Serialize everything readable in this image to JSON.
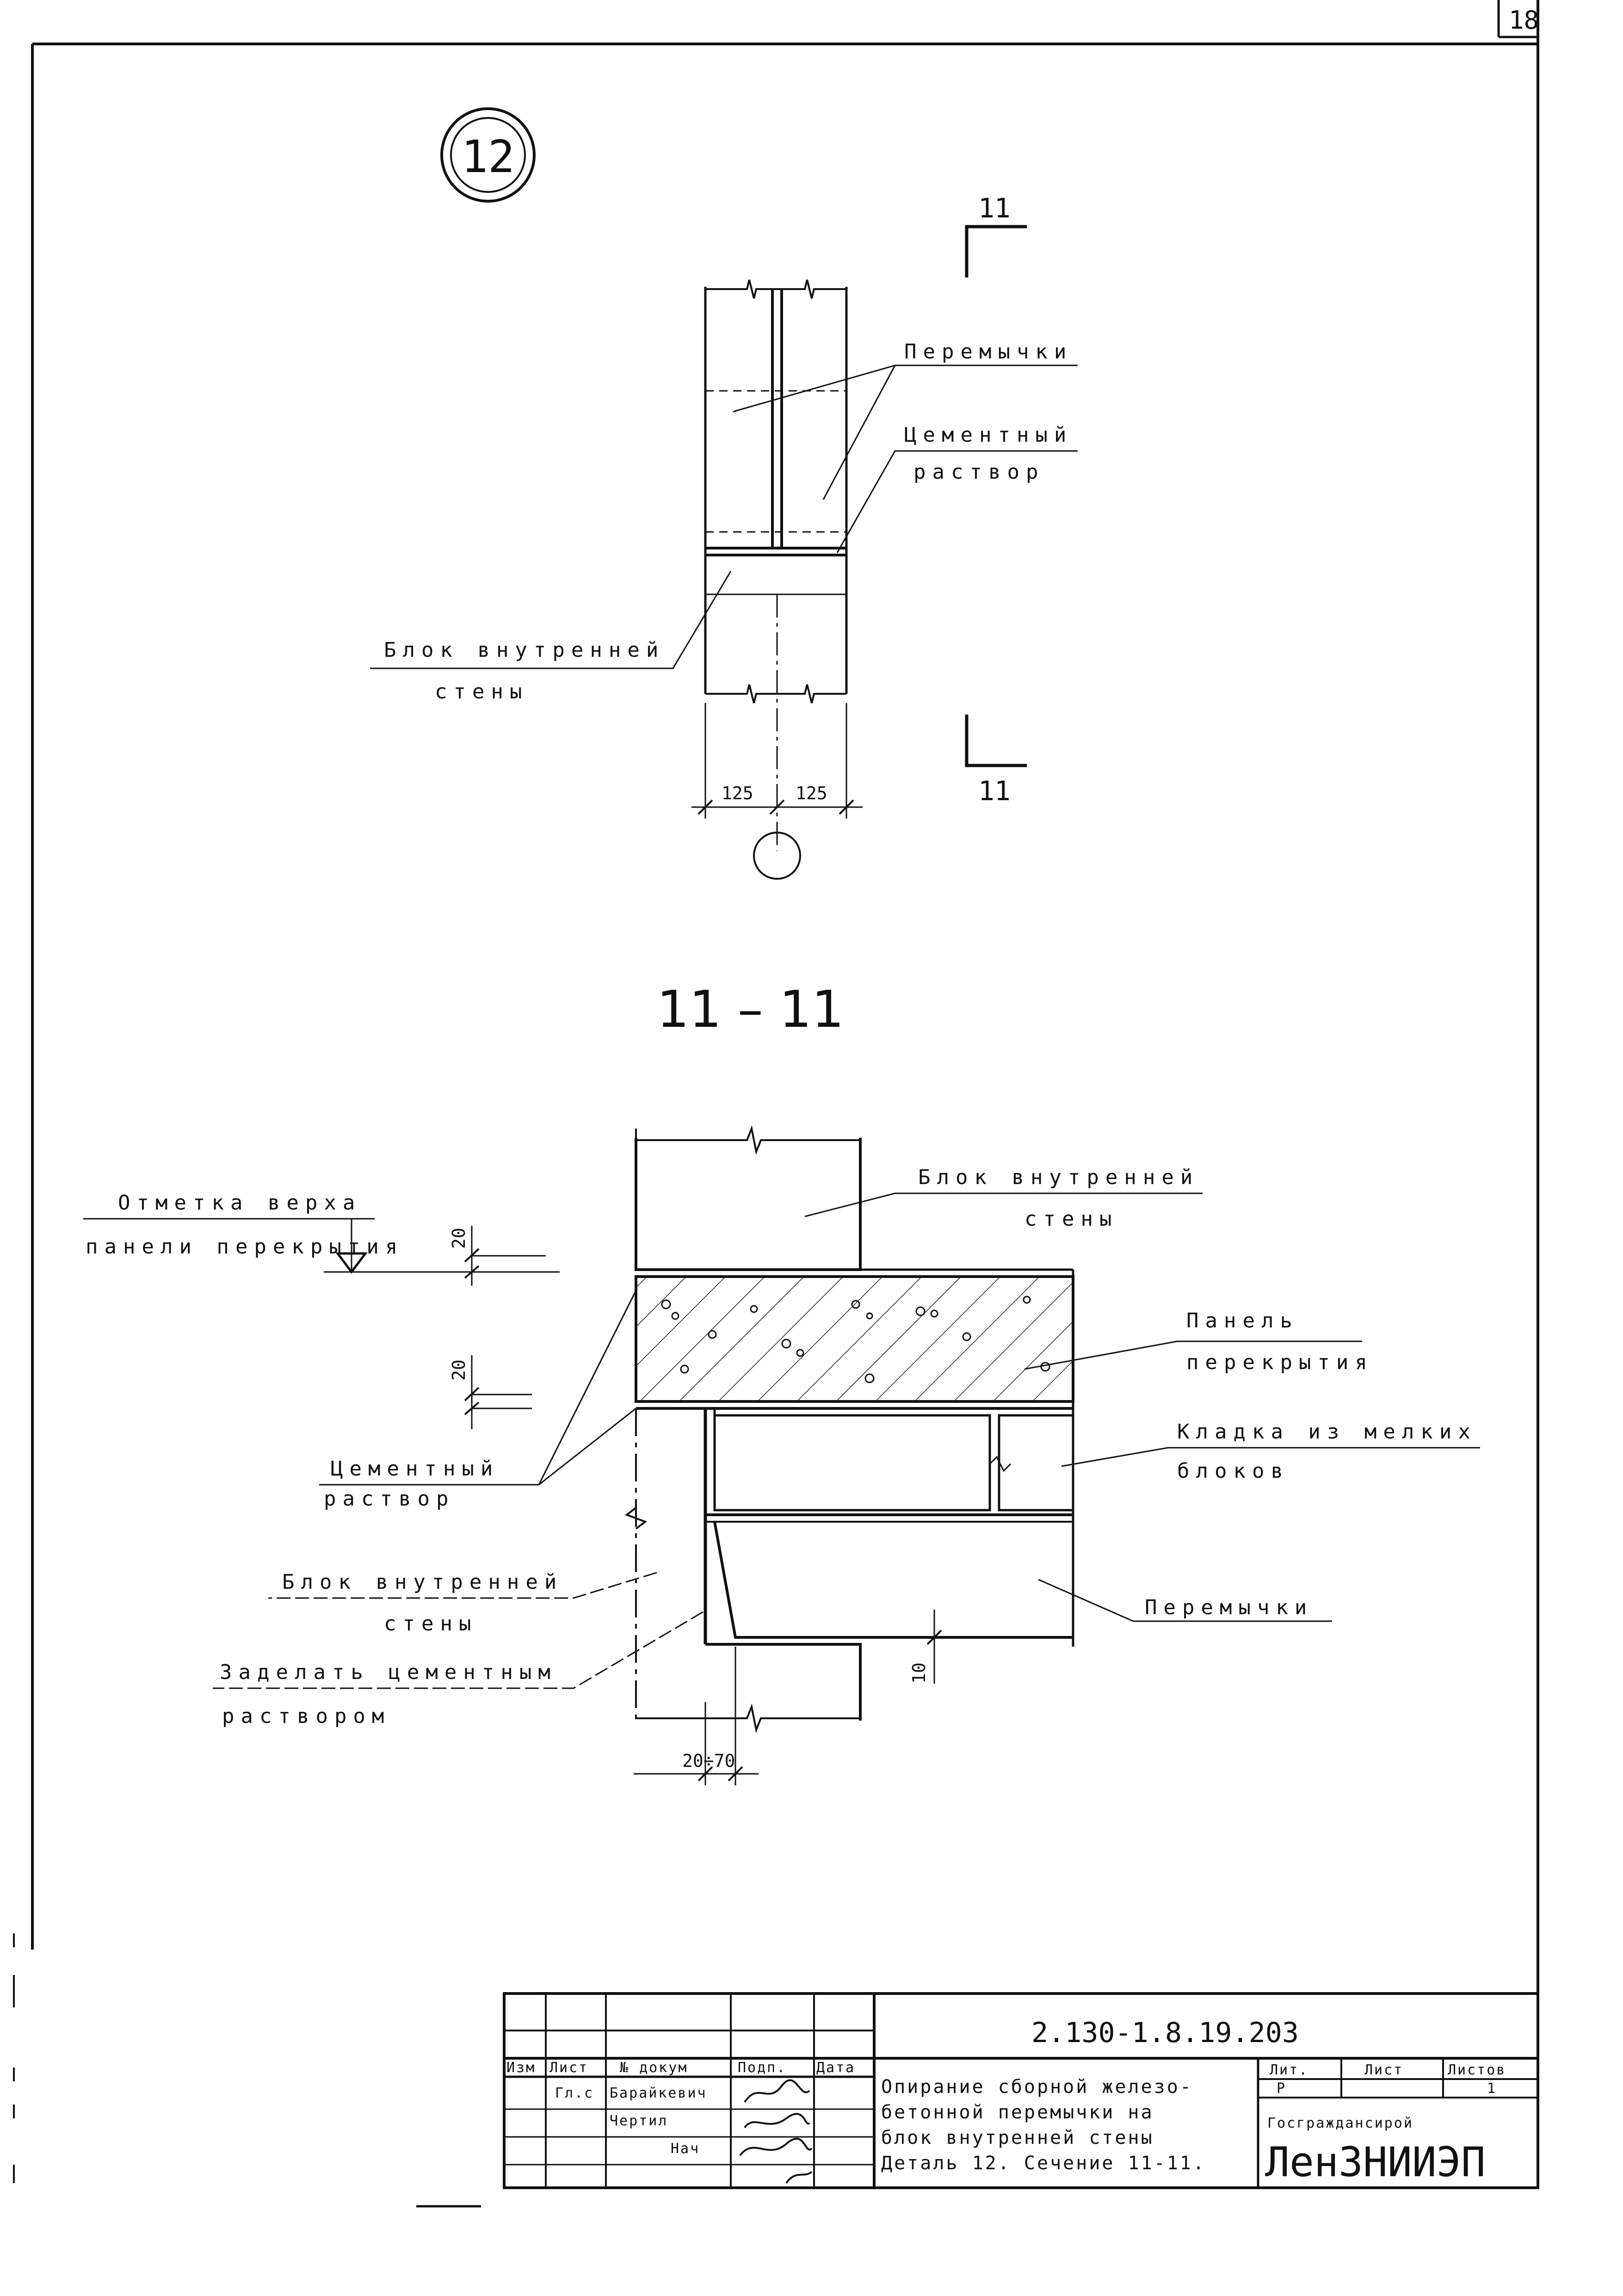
{
  "sheet": {
    "page_number": "18"
  },
  "detail": {
    "marker": "12",
    "section_mark_top": "11",
    "section_mark_bottom": "11",
    "dim_left": "125",
    "dim_right": "125",
    "labels": {
      "lintels": "Перемычки",
      "cement_mortar_line1": "Цементный",
      "cement_mortar_line2": "раствор",
      "wall_block_line1": "Блок внутренней",
      "wall_block_line2": "стены"
    }
  },
  "section": {
    "title": "11 – 11",
    "labels": {
      "top_mark_line1": "Отметка верха",
      "top_mark_line2": "панели перекрытия",
      "wall_block_top_line1": "Блок внутренней",
      "wall_block_top_line2": "стены",
      "slab_line1": "Панель",
      "slab_line2": "перекрытия",
      "masonry_line1": "Кладка из мелких",
      "masonry_line2": "блоков",
      "mortar_line1": "Цементный",
      "mortar_line2": "раствор",
      "wall_block_low_line1": "Блок внутренней",
      "wall_block_low_line2": "стены",
      "seal_line1": "Заделать цементным",
      "seal_line2": "раствором",
      "lintels": "Перемычки"
    },
    "dims": {
      "dim_20_top": "20",
      "dim_20_mid": "20",
      "dim_10": "10",
      "dim_range": "20÷70"
    }
  },
  "title_block": {
    "doc_code": "2.130-1.8.19.203",
    "col_headers": [
      "Изм",
      "Лист",
      "№ докум",
      "Подп.",
      "Дата"
    ],
    "signatures": [
      "Гл.с",
      "Барайкевич",
      "Чертил",
      "Нач"
    ],
    "description_lines": [
      "Опирание сборной железо-",
      "бетонной перемычки на",
      "блок внутренней стены",
      "Деталь 12. Сечение 11-11."
    ],
    "lit_header": "Лит.",
    "sheet_header": "Лист",
    "sheets_header": "Листов",
    "lit_value": "Р",
    "sheets_value": "1",
    "org_line1": "Госграждансирой",
    "org_line2": "ЛенЗНИИЭП"
  }
}
